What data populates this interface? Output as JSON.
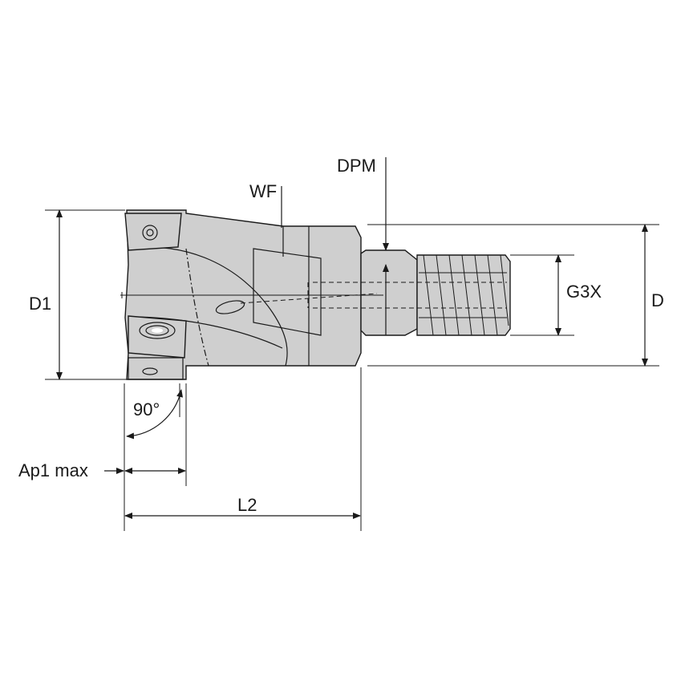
{
  "labels": {
    "d1": "D1",
    "d": "D",
    "wf": "WF",
    "dpm": "DPM",
    "g3x": "G3X",
    "angle": "90°",
    "ap1": "Ap1 max",
    "l2": "L2"
  },
  "colors": {
    "body": "#cfcfcf",
    "line": "#1a1a1a",
    "background": "#ffffff"
  }
}
